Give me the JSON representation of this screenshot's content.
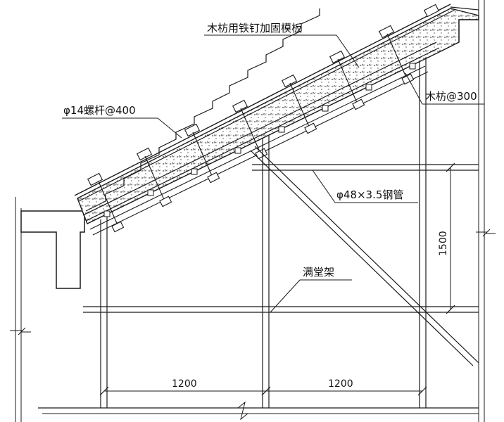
{
  "labels": {
    "formwork": "木枋用铁钉加固模板",
    "bolt": "φ14螺杆@400",
    "timber": "木枋@300",
    "steel_pipe": "φ48×3.5钢管",
    "scaffold": "满堂架"
  },
  "dimensions": {
    "span_left": "1200",
    "span_right": "1200",
    "height": "1500"
  },
  "colors": {
    "line": "#1a1a1a",
    "hatch": "#333333"
  }
}
